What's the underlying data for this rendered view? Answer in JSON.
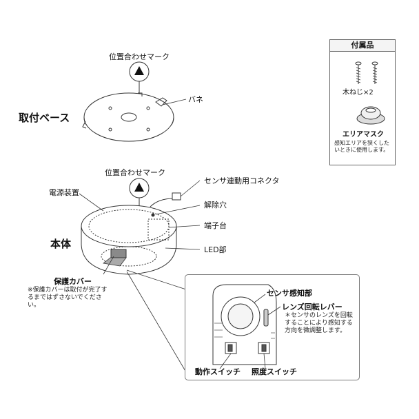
{
  "base": {
    "title": "取付ベース",
    "align_mark_label": "位置合わせマーク",
    "spring_label": "バネ"
  },
  "body": {
    "title": "本体",
    "align_mark_label": "位置合わせマーク",
    "power_unit_label": "電源装置",
    "connector_label": "センサ連動用コネクタ",
    "release_hole_label": "解除穴",
    "terminal_label": "端子台",
    "led_label": "LED部",
    "cover_label": "保護カバー",
    "cover_note": "※保護カバーは取付が完了するまではずさないでください。"
  },
  "accessories": {
    "title": "付属品",
    "screw_label": "木ねじ×2",
    "mask_label": "エリアマスク",
    "mask_note": "感知エリアを狭くしたいときに使用します。"
  },
  "detail": {
    "sensor_label": "センサ感知部",
    "lever_label": "レンズ回転レバー",
    "lever_note": "＊センサのレンズを回転することにより感知する方向を微調整します。",
    "operation_switch_label": "動作スイッチ",
    "brightness_switch_label": "照度スイッチ"
  },
  "colors": {
    "line": "#333333",
    "accent_gray": "#777777",
    "cover_fill": "#8a8a8a"
  }
}
